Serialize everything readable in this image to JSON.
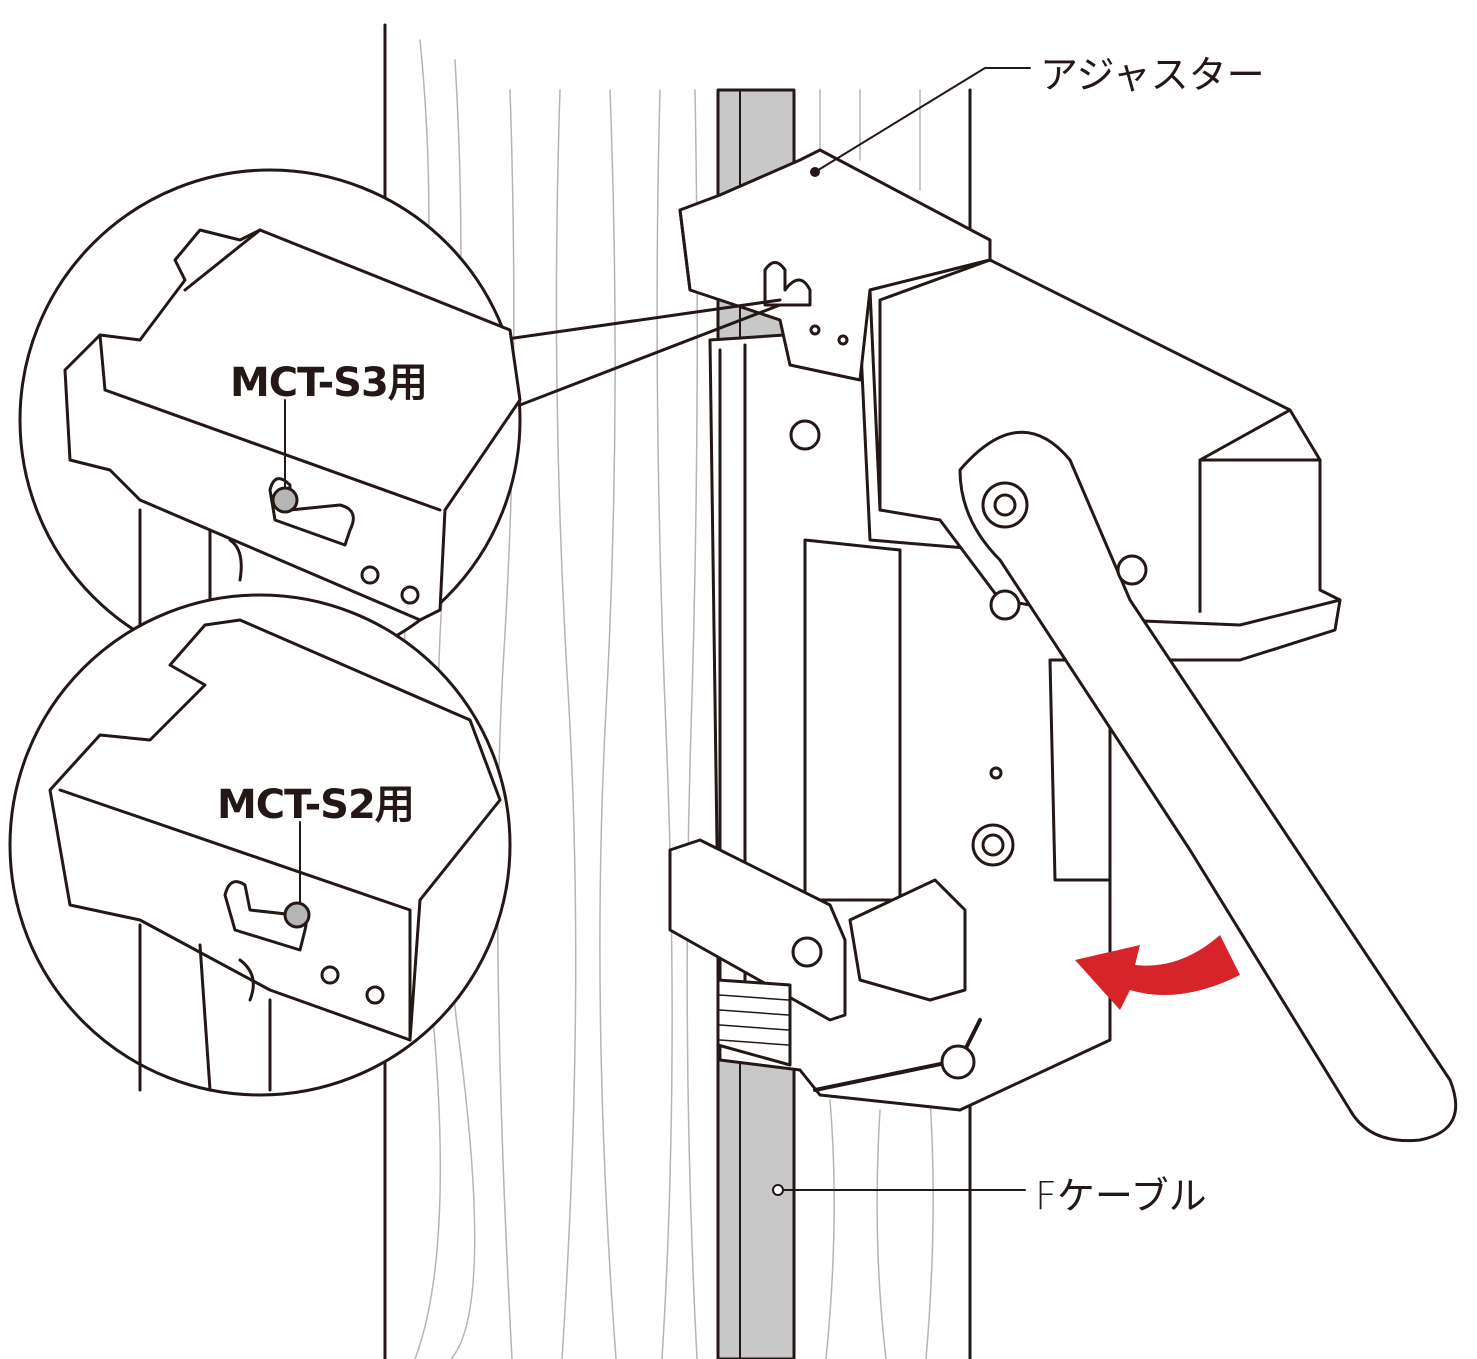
{
  "labels": {
    "adjuster": "アジャスター",
    "cable": "Fケーブル",
    "detail_s3": "MCT-S3用",
    "detail_s2": "MCT-S2用"
  },
  "colors": {
    "line": "#231815",
    "cable": "#c8c8c8",
    "arrow": "#d7232a",
    "grain": "#b5b5b5"
  },
  "icons": {
    "rotation_arrow": "curved-arrow-icon"
  }
}
